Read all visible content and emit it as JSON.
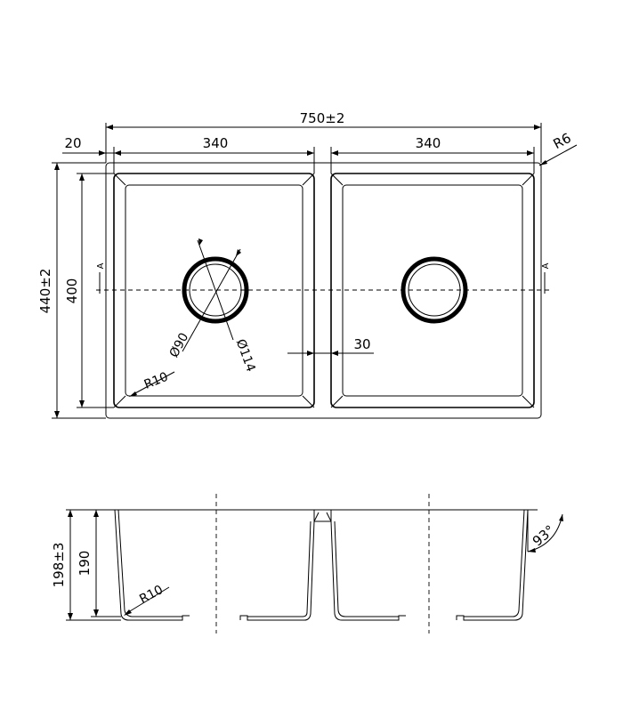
{
  "plan_view": {
    "overall_width": "750±2",
    "edge_offset": "20",
    "left_bowl_width": "340",
    "right_bowl_width": "340",
    "corner_radius_outer": "R6",
    "overall_depth": "440±2",
    "bowl_depth": "400",
    "section_mark_left": "A",
    "section_mark_right": "A",
    "drain_inner_diameter": "Ø90",
    "drain_outer_diameter": "Ø114",
    "divider_width": "30",
    "bowl_corner_radius": "R10"
  },
  "section_view": {
    "overall_height": "198±3",
    "bowl_height": "190",
    "wall_angle": "93°",
    "bottom_radius": "R10"
  }
}
